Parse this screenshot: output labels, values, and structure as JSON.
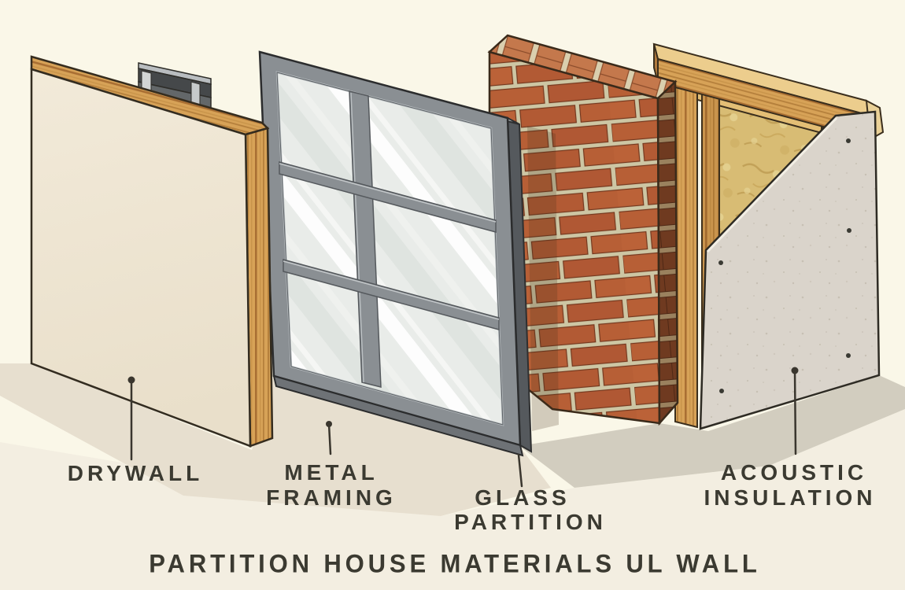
{
  "diagram_title": "PARTITION HOUSE MATERIALS UL WALL",
  "labels": {
    "drywall": {
      "lines": [
        "DRYWALL"
      ]
    },
    "metal_framing": {
      "lines": [
        "METAL",
        "FRAMING"
      ]
    },
    "glass_partition": {
      "lines": [
        "GLASS",
        "PARTITION"
      ]
    },
    "acoustic_insulation": {
      "lines": [
        "ACOUSTIC",
        "INSULATION"
      ]
    }
  },
  "colors": {
    "background": "#faf7e8",
    "text": "#3b3a31",
    "leader_line": "#3a362e",
    "drywall_face": "#efe6d3",
    "wood": "#d7a257",
    "metal_frame": "#8a8f93",
    "glass": "#e9ece9",
    "brick": "#b75f36",
    "mortar": "#cdc6a4",
    "insulation": "#d8bc74",
    "acoustic_panel": "#dad4cb",
    "floor_shadow": "#e7dfcf"
  }
}
